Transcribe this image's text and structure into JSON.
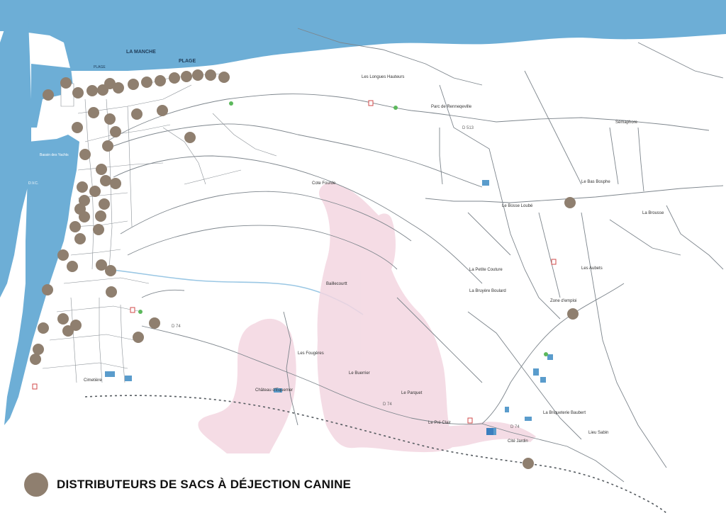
{
  "legend": {
    "label": "DISTRIBUTEURS DE SACS À DÉJECTION CANINE"
  },
  "colors": {
    "sea": "#6daed6",
    "dispenser": "#8f7f6f",
    "road": "#7d858c",
    "watermark": "#f3d6e1",
    "river": "#9ac7e4"
  },
  "labels": {
    "sea": "LA MANCHE",
    "beach": "PLAGE",
    "beach_small": "PLAGE",
    "bassin": "Bassin des Yachts",
    "port": "D.V.C.",
    "parc": "Parc de Renneqeville",
    "d513": "D 513",
    "d74_a": "D 74",
    "d74_b": "D 74",
    "d74_c": "D 74",
    "semaphore": "Sémaphore",
    "brousse": "La Brousse",
    "baillecourtt": "Baillecourtt",
    "fougeres": "Les Fougères",
    "bucrier": "Le Buerrier",
    "parquet": "Le Parquet",
    "bosse": "Le Bosse Loubé",
    "briqueterie": "La Briqueterie Baubert",
    "pres_clair": "Le Pré Clair",
    "chateau": "Château d'Equemer",
    "petite_couture": "La Petite Couture",
    "bruyere": "La Bruyère Boulard",
    "aubets": "Les Aubets",
    "bas_bosphe": "Le Bas Bosphe",
    "lieu_sabin": "Lieu Sabin",
    "cite_jardin": "Cité Jardin",
    "coteau": "Cote Fourde",
    "cimetiere": "Cimetière",
    "rocher": "Les Longues Hauteurs",
    "zone": "Zone d'emploi"
  }
}
